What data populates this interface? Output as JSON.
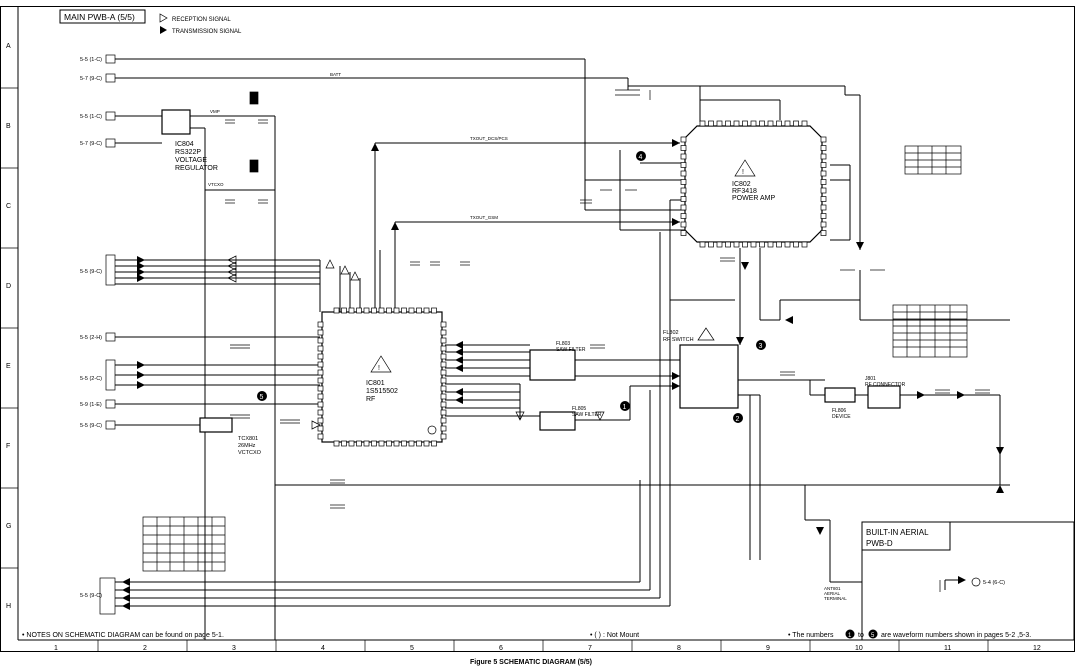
{
  "header": {
    "title": "MAIN PWB-A (5/5)",
    "legend_reception": "RECEPTION SIGNAL",
    "legend_transmission": "TRANSMISSION SIGNAL"
  },
  "grid": {
    "rows": [
      "A",
      "B",
      "C",
      "D",
      "E",
      "F",
      "G",
      "H"
    ],
    "cols": [
      "1",
      "2",
      "3",
      "4",
      "5",
      "6",
      "7",
      "8",
      "9",
      "10",
      "11",
      "12"
    ]
  },
  "connectors_left": [
    "5-5 (1-C)",
    "5-7 (9-C)",
    "5-5 (1-C)",
    "5-7 (9-C)",
    "5-5 (9-C)",
    "5-5 (2-H)",
    "5-5 (2-C)",
    "5-9 (1-E)",
    "5-5 (9-C)",
    "5-5 (9-C)"
  ],
  "components": {
    "ic804": {
      "ref": "IC804",
      "part": "RS322P",
      "desc1": "VOLTAGE",
      "desc2": "REGULATOR"
    },
    "ic801": {
      "ref": "IC801",
      "part": "1S515502",
      "desc": "RF"
    },
    "ic802": {
      "ref": "IC802",
      "part": "RF3418",
      "desc": "POWER AMP"
    },
    "fl802": {
      "ref": "FL802",
      "desc": "RF SWITCH"
    },
    "fl803": {
      "ref": "FL803",
      "desc": "SAW FILTER"
    },
    "fl805": {
      "ref": "FL805",
      "desc": "SAW FILTER"
    },
    "tcx801": {
      "ref": "TCX801",
      "freq": "26MHz",
      "desc": "VCTCXO"
    },
    "j801": {
      "ref": "J801",
      "desc": "RF CONNECTOR"
    },
    "fl806": {
      "ref": "FL806",
      "desc": "DEVICE"
    },
    "ant801": {
      "ref": "ANT801",
      "desc1": "AERIAL",
      "desc2": "TERMINAL"
    }
  },
  "aerial_box": {
    "title1": "BUILT-IN AERIAL",
    "title2": "PWB-D",
    "connector": "5-4 (6-C)"
  },
  "nets": [
    "BATT",
    "VMP",
    "VTCXO",
    "TXOUT_DCS/PCS",
    "TXOUT_GSM"
  ],
  "waveform_markers": [
    "1",
    "2",
    "3",
    "4",
    "5"
  ],
  "notes": {
    "left": "• NOTES ON SCHEMATIC DIAGRAM can be found on page 5-1.",
    "middle": "• (    ) : Not Mount",
    "right_pre": "• The numbers",
    "right_to": "to",
    "right_post": "are waveform numbers shown in pages 5-2 ,5-3.",
    "num_a": "1",
    "num_b": "5"
  },
  "caption": "Figure 5 SCHEMATIC DIAGRAM (5/5)"
}
